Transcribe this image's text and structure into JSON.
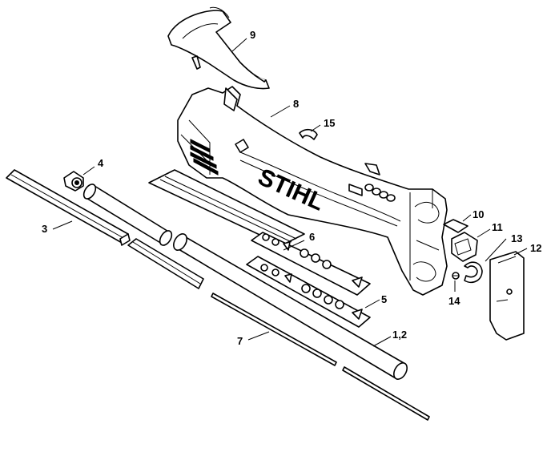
{
  "brand_text": "STIHL",
  "callouts": [
    {
      "id": "c9",
      "label": "9"
    },
    {
      "id": "c8",
      "label": "8"
    },
    {
      "id": "c15",
      "label": "15"
    },
    {
      "id": "c4",
      "label": "4"
    },
    {
      "id": "c3",
      "label": "3"
    },
    {
      "id": "c6",
      "label": "6"
    },
    {
      "id": "c10",
      "label": "10"
    },
    {
      "id": "c11",
      "label": "11"
    },
    {
      "id": "c13",
      "label": "13"
    },
    {
      "id": "c12",
      "label": "12"
    },
    {
      "id": "c14",
      "label": "14"
    },
    {
      "id": "c5",
      "label": "5"
    },
    {
      "id": "c7",
      "label": "7"
    },
    {
      "id": "c12b",
      "label": "1,2"
    }
  ]
}
